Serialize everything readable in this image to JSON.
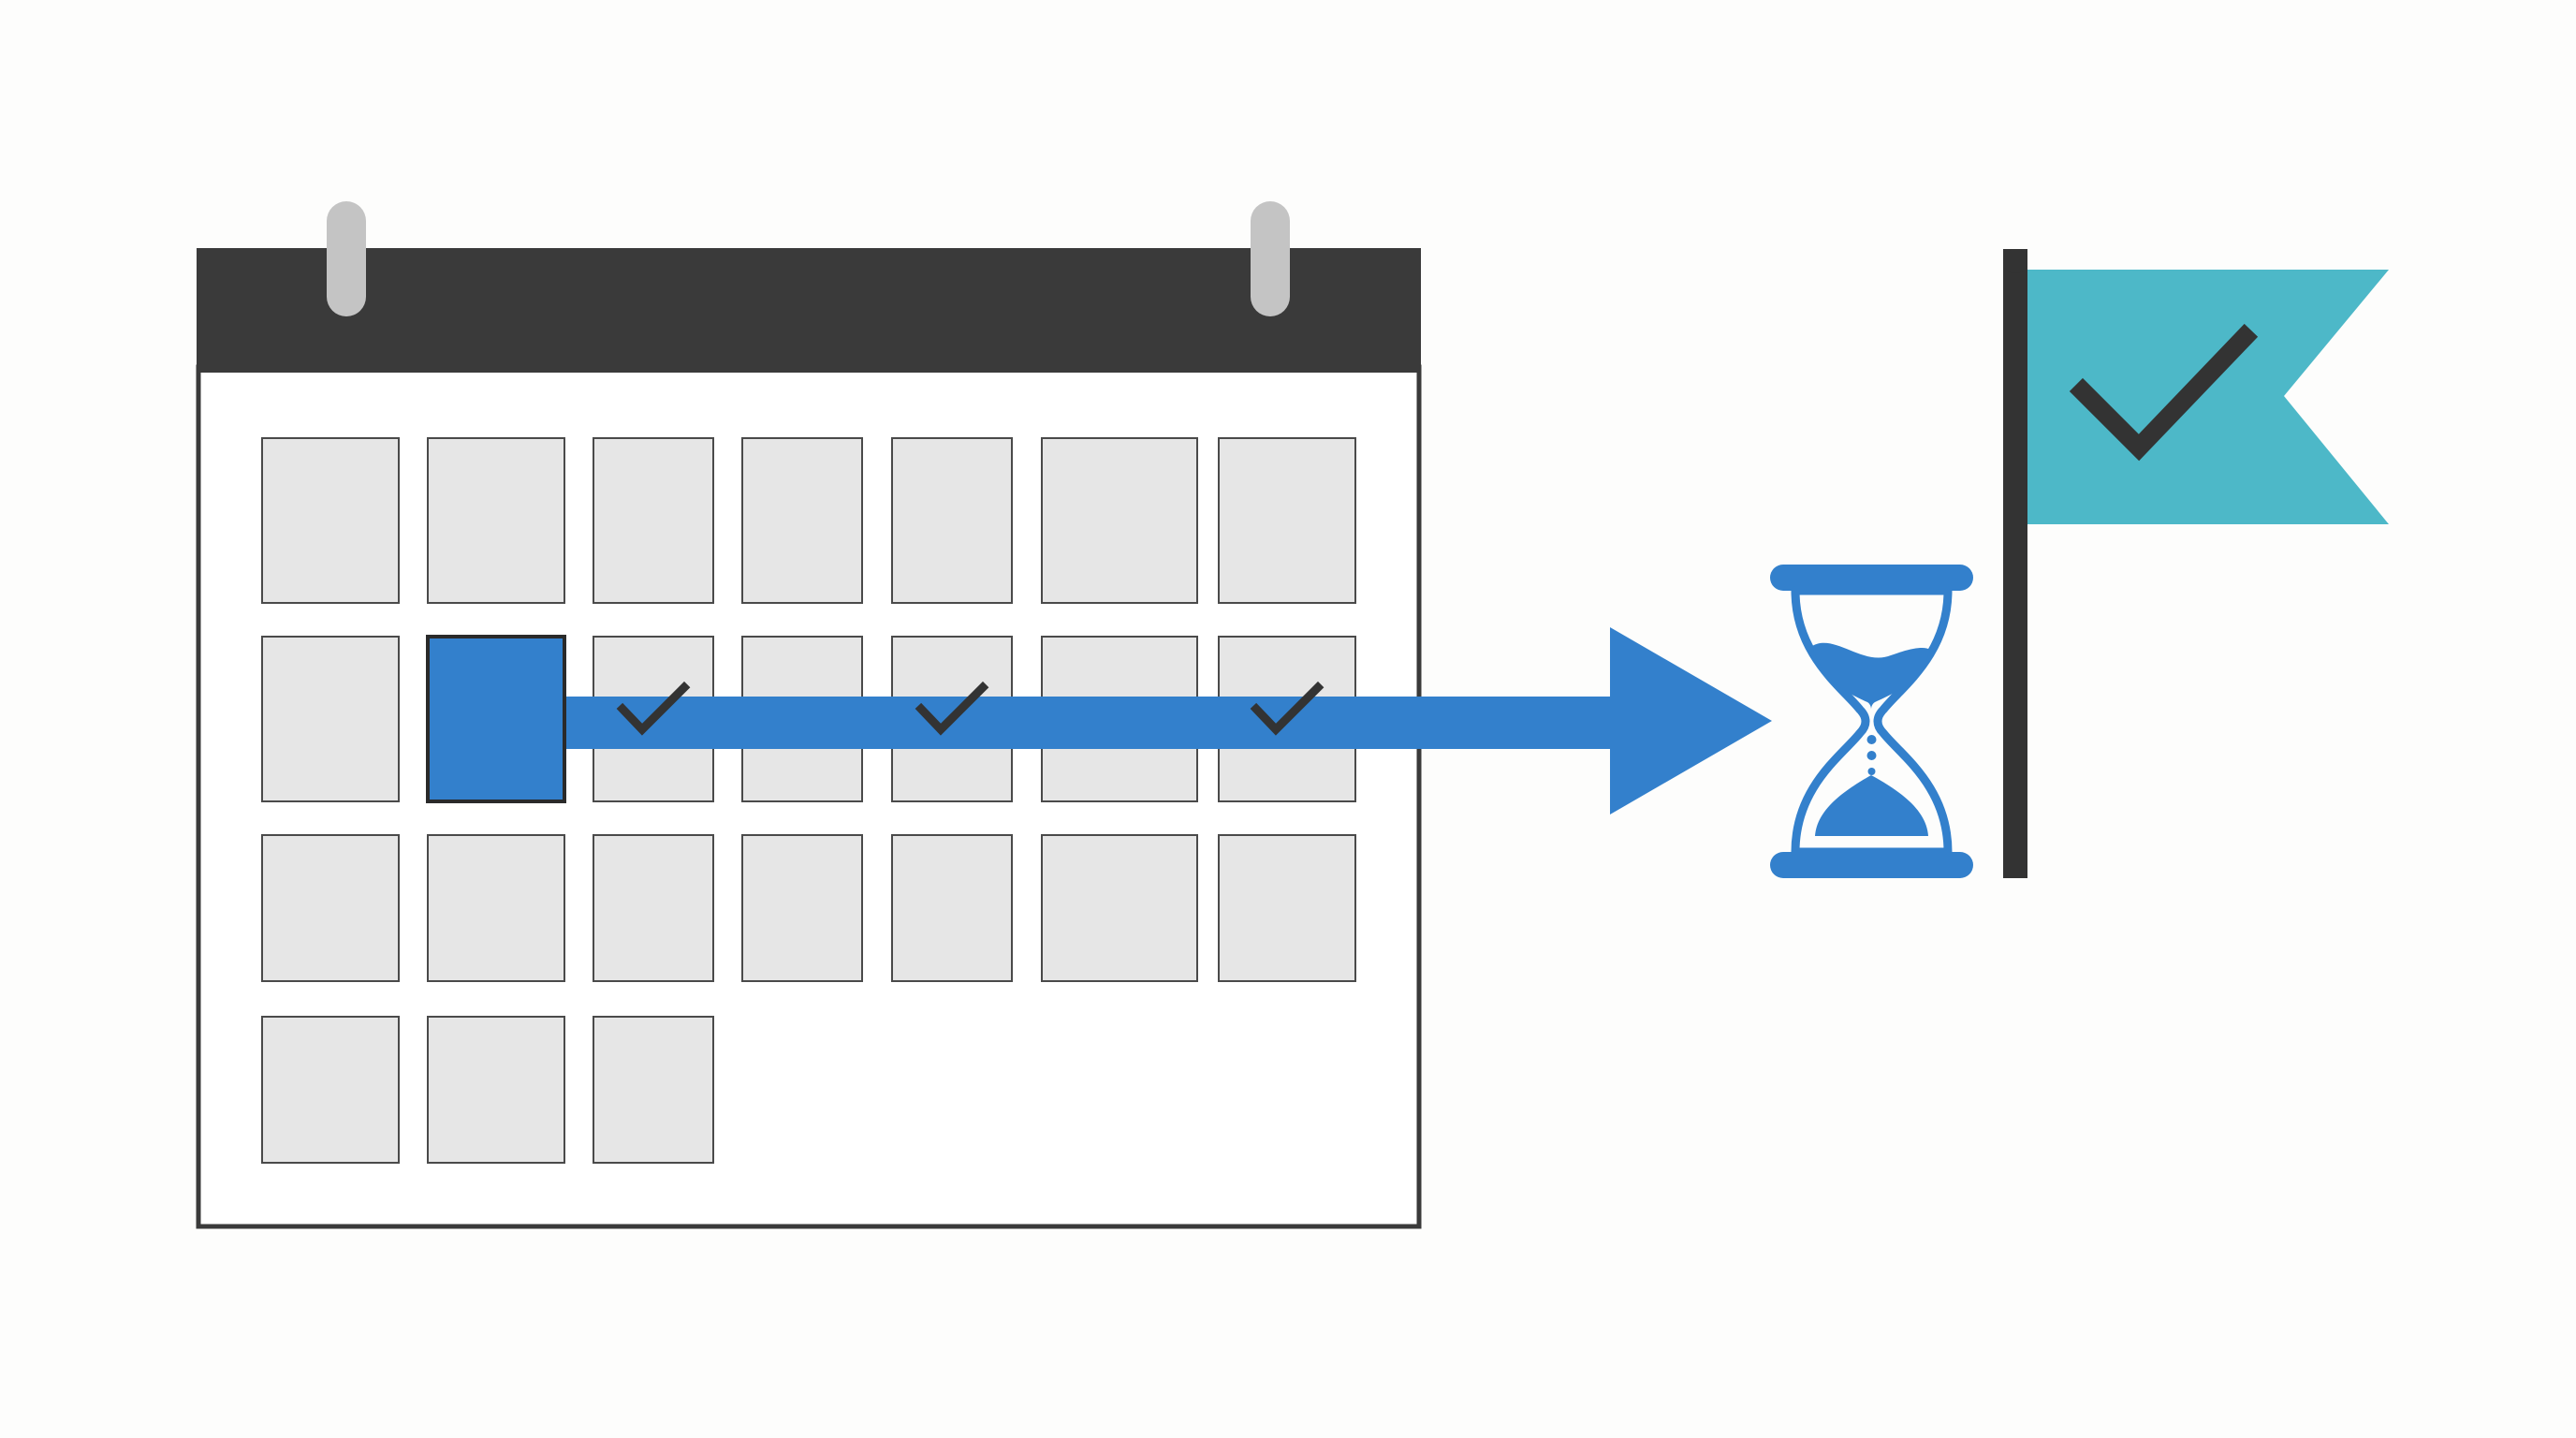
{
  "colors": {
    "background": "#fdfdfc",
    "calendar_header": "#3a3a3a",
    "calendar_border": "#3a3a3a",
    "ring": "#c4c4c4",
    "day_cell": "#e6e6e6",
    "day_cell_border": "#4a4a4a",
    "accent_blue": "#3380cc",
    "check_dark": "#333333",
    "flag_teal": "#4db8c8",
    "flag_pole": "#333333"
  },
  "icons": [
    "calendar-icon",
    "progress-arrow-icon",
    "hourglass-icon",
    "finish-flag-icon",
    "checkmark-icon"
  ],
  "calendar": {
    "rows": 4,
    "columns": 7,
    "total_days": 24,
    "start_day_index": 8,
    "checked_day_indices": [
      9,
      11,
      13
    ]
  }
}
